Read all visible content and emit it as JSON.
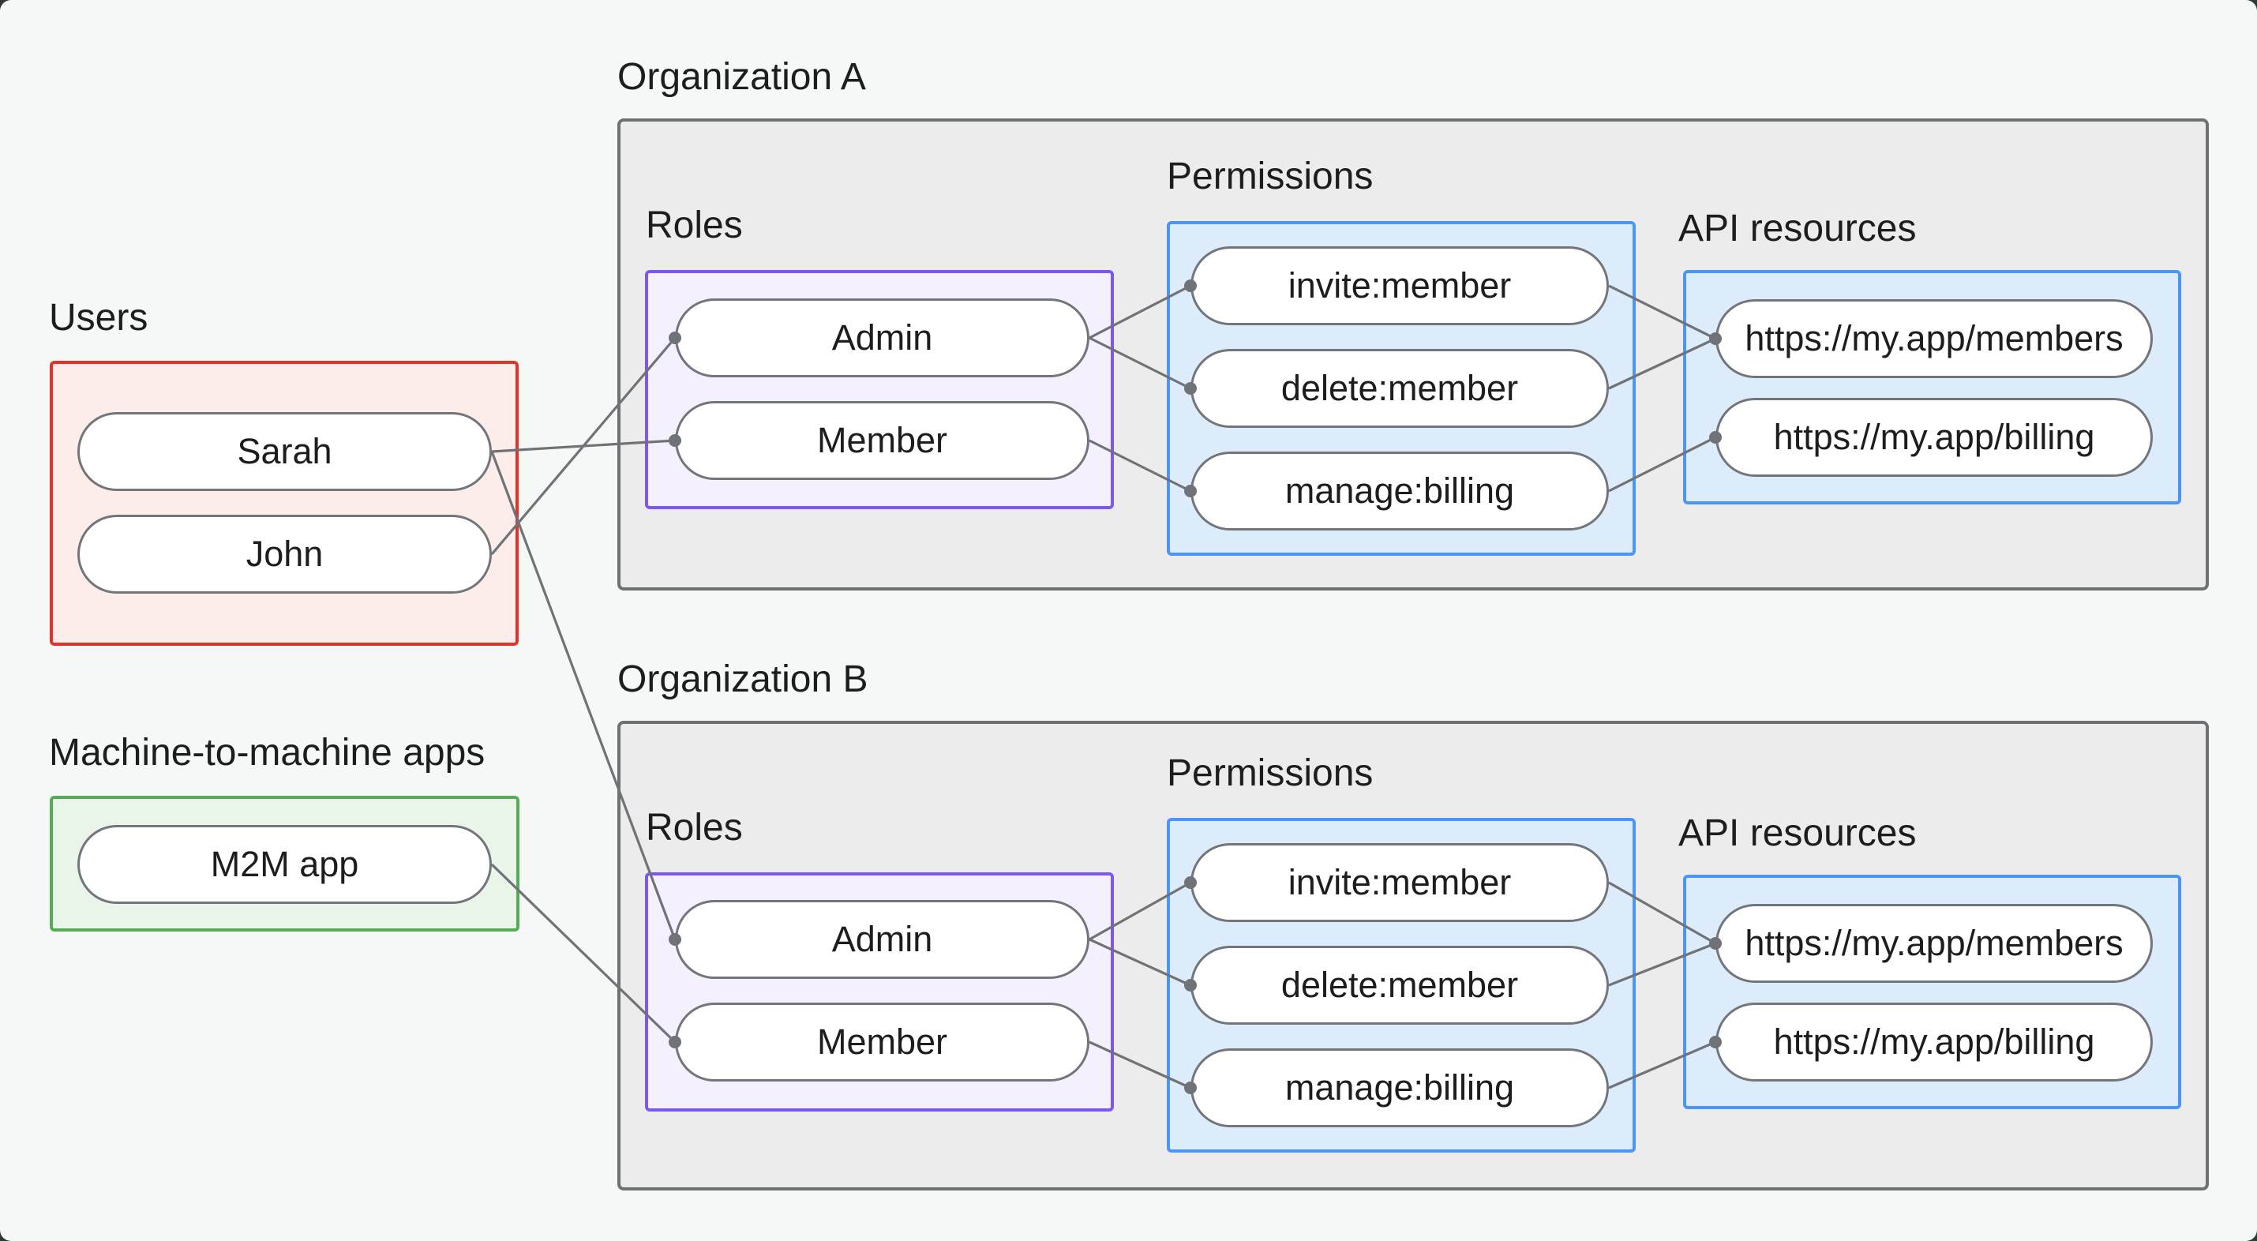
{
  "users_section": {
    "label": "Users",
    "items": [
      {
        "label": "Sarah"
      },
      {
        "label": "John"
      }
    ]
  },
  "m2m_section": {
    "label": "Machine-to-machine apps",
    "items": [
      {
        "label": "M2M app"
      }
    ]
  },
  "orgs": [
    {
      "title": "Organization A",
      "roles_label": "Roles",
      "permissions_label": "Permissions",
      "api_label": "API resources",
      "roles": [
        {
          "label": "Admin"
        },
        {
          "label": "Member"
        }
      ],
      "permissions": [
        {
          "label": "invite:member"
        },
        {
          "label": "delete:member"
        },
        {
          "label": "manage:billing"
        }
      ],
      "api_resources": [
        {
          "label": "https://my.app/members"
        },
        {
          "label": "https://my.app/billing"
        }
      ]
    },
    {
      "title": "Organization B",
      "roles_label": "Roles",
      "permissions_label": "Permissions",
      "api_label": "API resources",
      "roles": [
        {
          "label": "Admin"
        },
        {
          "label": "Member"
        }
      ],
      "permissions": [
        {
          "label": "invite:member"
        },
        {
          "label": "delete:member"
        },
        {
          "label": "manage:billing"
        }
      ],
      "api_resources": [
        {
          "label": "https://my.app/members"
        },
        {
          "label": "https://my.app/billing"
        }
      ]
    }
  ],
  "edges": [
    {
      "from": "user-sarah",
      "to": "orgA-role-member"
    },
    {
      "from": "user-john",
      "to": "orgA-role-admin"
    },
    {
      "from": "user-sarah",
      "to": "orgB-role-admin"
    },
    {
      "from": "m2m-app",
      "to": "orgB-role-member"
    },
    {
      "from": "orgA-role-admin",
      "to": "orgA-perm-invite"
    },
    {
      "from": "orgA-role-admin",
      "to": "orgA-perm-delete"
    },
    {
      "from": "orgA-role-member",
      "to": "orgA-perm-manage"
    },
    {
      "from": "orgA-perm-invite",
      "to": "orgA-api-members"
    },
    {
      "from": "orgA-perm-delete",
      "to": "orgA-api-members"
    },
    {
      "from": "orgA-perm-manage",
      "to": "orgA-api-billing"
    },
    {
      "from": "orgB-role-admin",
      "to": "orgB-perm-invite"
    },
    {
      "from": "orgB-role-admin",
      "to": "orgB-perm-delete"
    },
    {
      "from": "orgB-role-member",
      "to": "orgB-perm-manage"
    },
    {
      "from": "orgB-perm-invite",
      "to": "orgB-api-members"
    },
    {
      "from": "orgB-perm-delete",
      "to": "orgB-api-members"
    },
    {
      "from": "orgB-perm-manage",
      "to": "orgB-api-billing"
    }
  ],
  "colors": {
    "page_bg": "#f6f7f7",
    "window_corner": "#2f3a33",
    "text": "#1b1d1f",
    "org_box_border": "#6e7174",
    "org_box_fill": "#ececec",
    "users_box_border": "#e0342b",
    "users_box_fill": "#fcecea",
    "m2m_box_border": "#57ab57",
    "m2m_box_fill": "#eaf5ea",
    "roles_box_border": "#7b57f7",
    "roles_box_fill": "#f5f0fd",
    "blue_box_border": "#4b94f8",
    "blue_box_fill": "#ddecfb",
    "pill_border": "#72767a",
    "pill_fill": "#ffffff",
    "connector": "#6f7377"
  }
}
